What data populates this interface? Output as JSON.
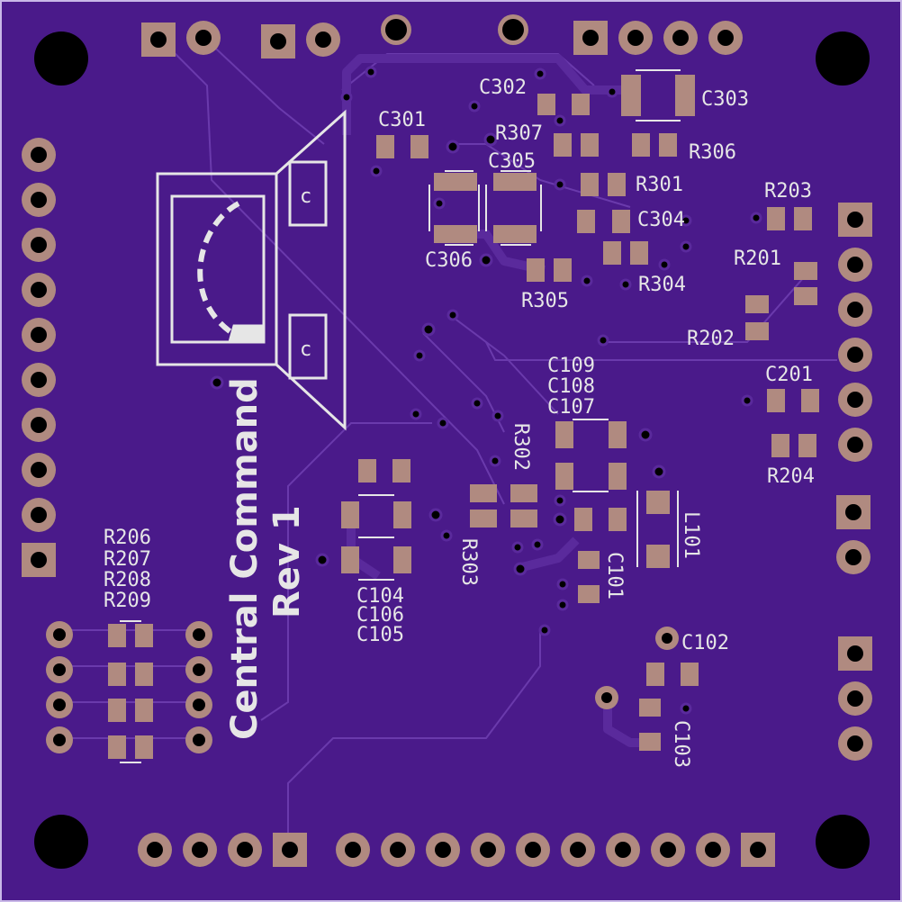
{
  "board": {
    "title": "Central Command",
    "revision": "Rev 1"
  },
  "colors": {
    "board": "#4a1a8a",
    "trace": "#5a2a9c",
    "pad": "#b08a80",
    "hole": "#000000",
    "silk": "#e6e6e6"
  },
  "labels": {
    "c301": "C301",
    "c302": "C302",
    "c303": "C303",
    "r307": "R307",
    "r306": "R306",
    "c305": "C305",
    "r301": "R301",
    "c304": "C304",
    "c306": "C306",
    "r304": "R304",
    "r305": "R305",
    "r203": "R203",
    "r201": "R201",
    "r202": "R202",
    "c201": "C201",
    "r204": "R204",
    "c109": "C109",
    "c108": "C108",
    "c107": "C107",
    "r302": "R302",
    "r303": "R303",
    "l101": "L101",
    "c101": "C101",
    "c104": "C104",
    "c106": "C106",
    "c105": "C105",
    "c102": "C102",
    "c103": "C103",
    "r206": "R206",
    "r207": "R207",
    "r208": "R208",
    "r209": "R209"
  }
}
